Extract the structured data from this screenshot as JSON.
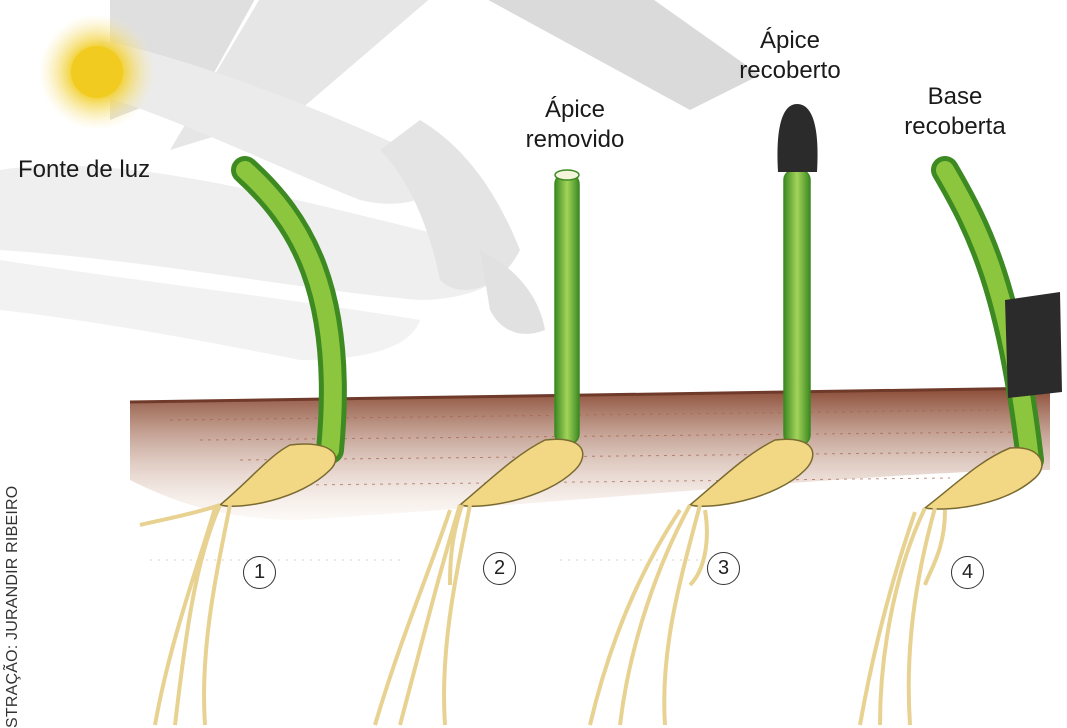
{
  "labels": {
    "light_source": "Fonte de luz",
    "seedling_2": [
      "Ápice",
      "removido"
    ],
    "seedling_3": [
      "Ápice",
      "recoberto"
    ],
    "seedling_4": [
      "Base",
      "recoberta"
    ]
  },
  "numbers": [
    "1",
    "2",
    "3",
    "4"
  ],
  "credit": "STRAÇÃO: JURANDIR RIBEIRO",
  "colors": {
    "sun": "#f1cb1f",
    "stem": "#8cc63f",
    "stem_shadow": "#3d8a22",
    "soil": "#9c5a3e",
    "coleoptile_sheath": "#f2d884",
    "cap": "#2b2b2b",
    "light_rays": "#e6e6e6"
  },
  "icons": [
    "sun-icon",
    "black-cap-icon",
    "black-sleeve-icon"
  ]
}
